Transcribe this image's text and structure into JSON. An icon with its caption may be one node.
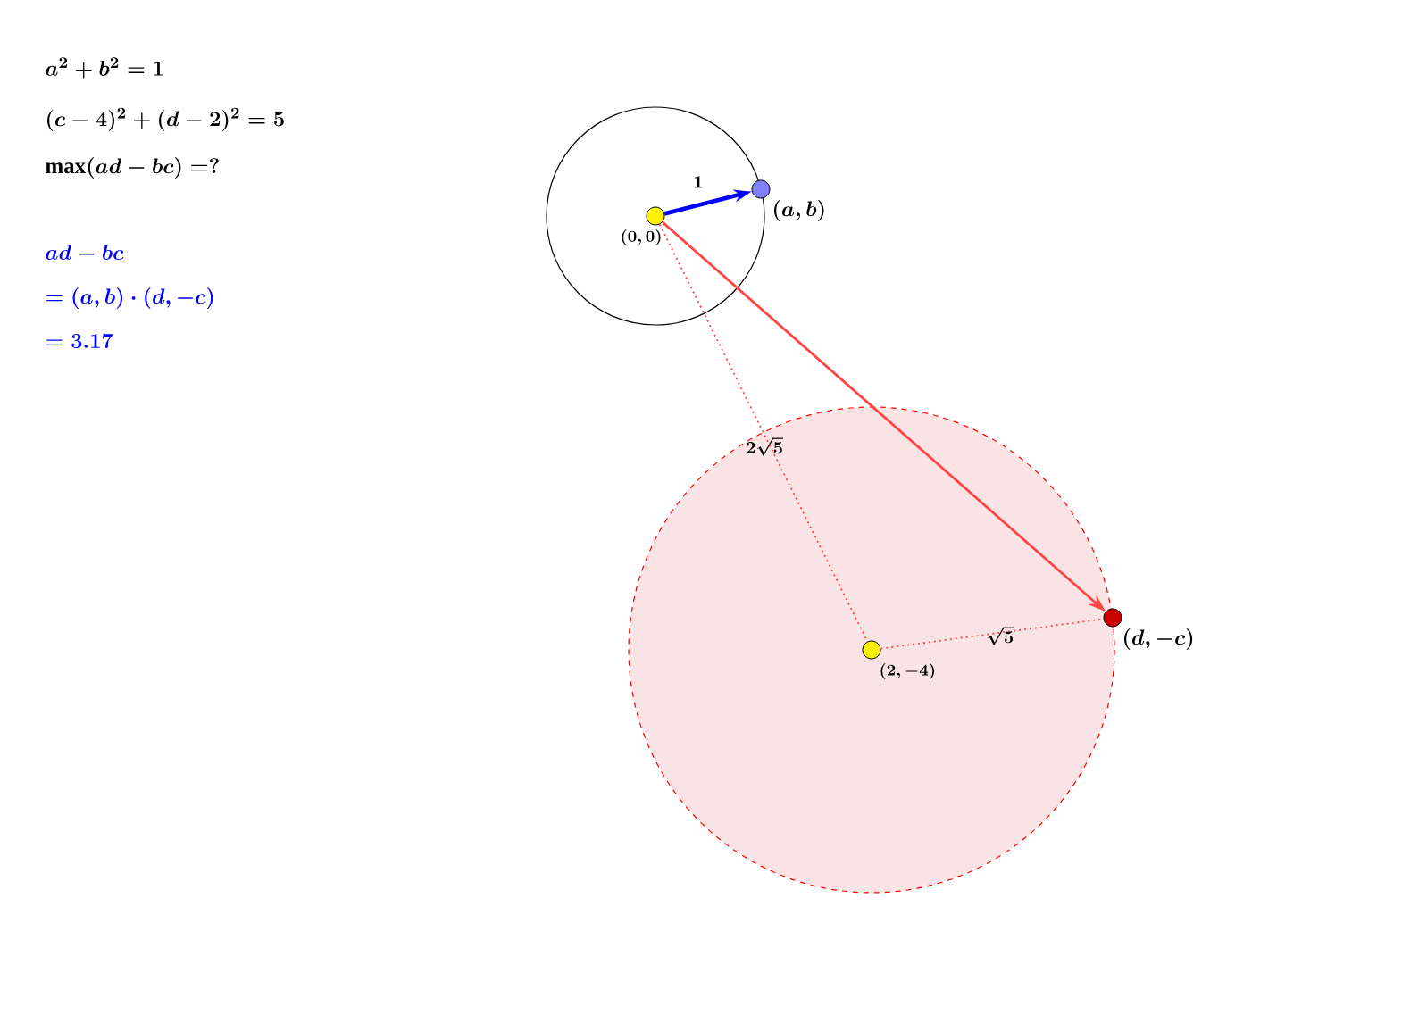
{
  "diagram": {
    "nodes": [
      {
        "text": [],
        "shape": "circle",
        "beside": [
          "(0,0)"
        ]
      },
      {
        "text": [],
        "shape": "circle",
        "beside": [
          "(a,b)"
        ]
      },
      {
        "text": [],
        "shape": "circle",
        "beside": [
          "(2,-4)"
        ]
      },
      {
        "text": [],
        "shape": "circle",
        "beside": [
          "(d,-c)"
        ]
      }
    ],
    "edges": [
      {
        "from": 0,
        "to": 1,
        "arrow": "to",
        "label": "1",
        "style": "thick",
        "color": "#0000ff"
      },
      {
        "from": 0,
        "to": 3,
        "arrow": "to"
      },
      {
        "from": 0,
        "to": 2,
        "arrow": "none",
        "label": "2\\sqrt{5}",
        "style": "dashed"
      },
      {
        "from": 2,
        "to": 3,
        "arrow": "none",
        "label": "\\sqrt{5}",
        "style": "dashed"
      }
    ],
    "labels": [
      "a^2+b^2=1",
      "(c-4)^2+(d-2)^2=5",
      "\\max(ad-bc)=?",
      "ad-bc",
      "=(a,b)\\cdot(d,-c)",
      "=3.17"
    ]
  }
}
